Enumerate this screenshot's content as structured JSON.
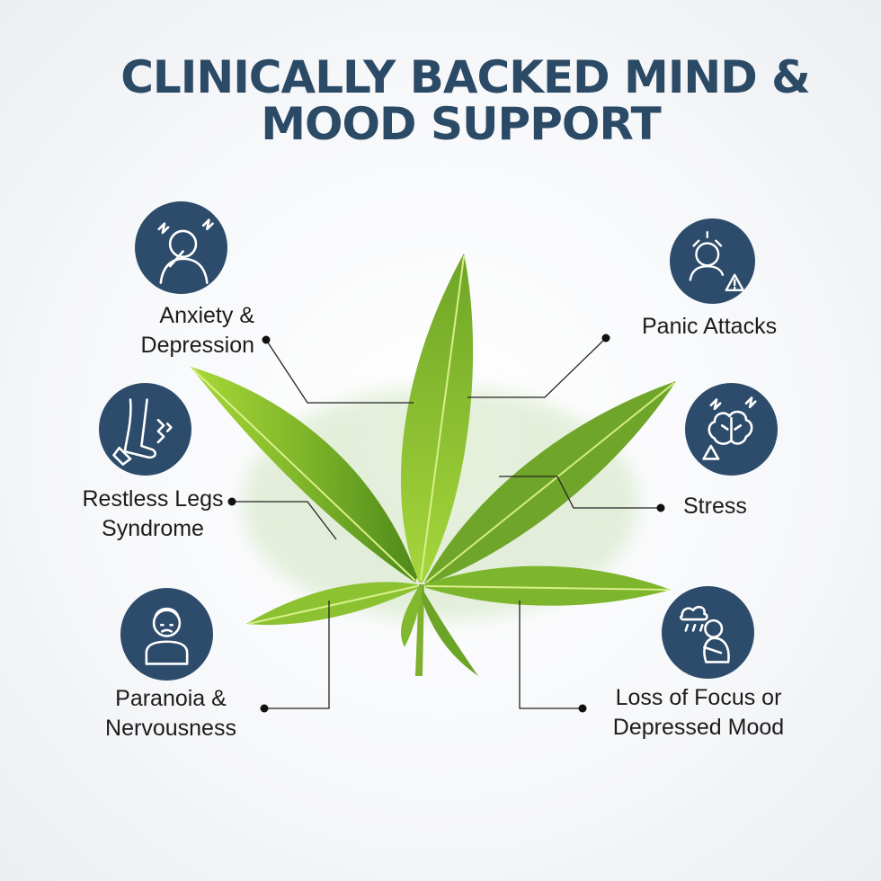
{
  "title": {
    "line1": "CLINICALLY BACKED MIND &",
    "line2": "MOOD SUPPORT"
  },
  "colors": {
    "title": "#2b4a66",
    "icon_bg": "#2d4c6b",
    "leaf_dark": "#5a8f1a",
    "leaf_light": "#b6e04a"
  },
  "benefits": [
    {
      "icon": "headache-person-icon",
      "line1": "Anxiety &",
      "line2": "Depression"
    },
    {
      "icon": "restless-legs-icon",
      "line1": "Restless Legs",
      "line2": "Syndrome"
    },
    {
      "icon": "nervous-person-icon",
      "line1": "Paranoia &",
      "line2": "Nervousness"
    },
    {
      "icon": "panic-alert-icon",
      "line1": "Panic Attacks",
      "line2": ""
    },
    {
      "icon": "stressed-brain-icon",
      "line1": "Stress",
      "line2": ""
    },
    {
      "icon": "sad-rain-person-icon",
      "line1": "Loss of Focus or",
      "line2": "Depressed Mood"
    }
  ]
}
